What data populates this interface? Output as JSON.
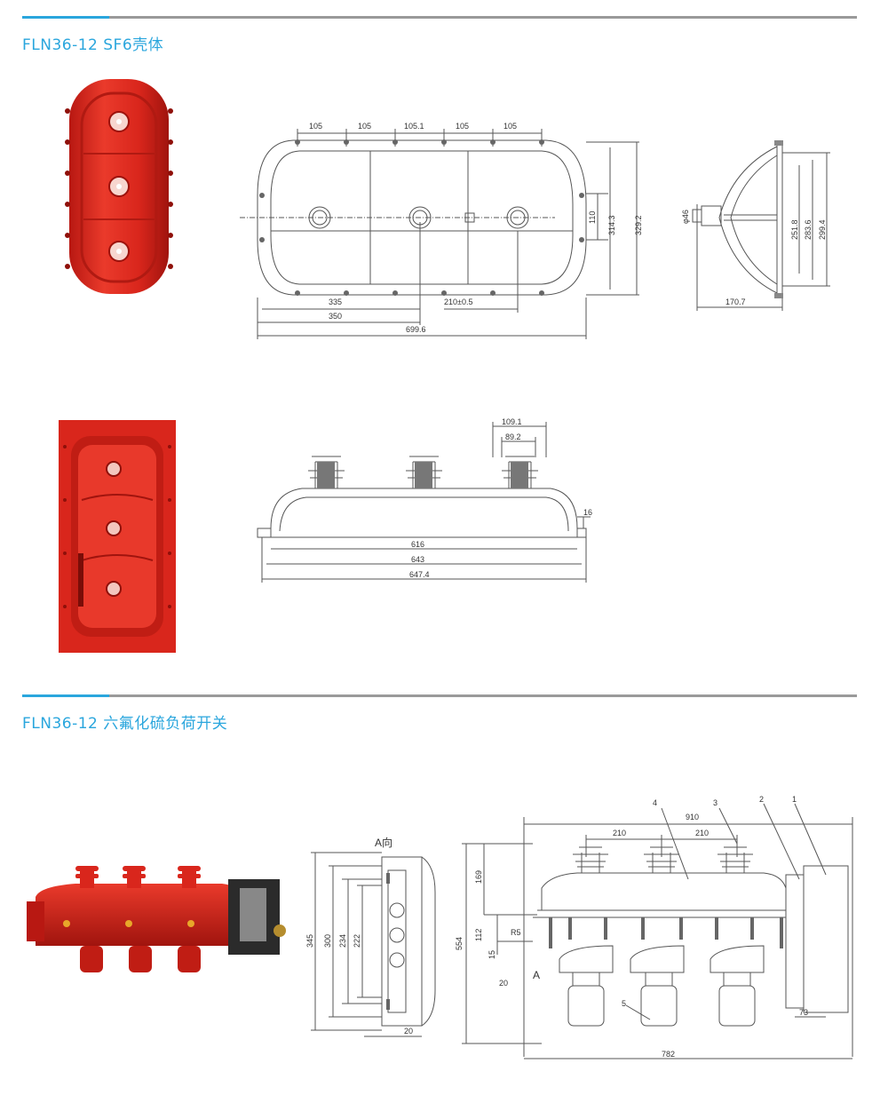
{
  "section1": {
    "title": "FLN36-12  SF6壳体",
    "drawing_top": {
      "dims_top": [
        "105",
        "105",
        "105.1",
        "105",
        "105"
      ],
      "dims_bottom": [
        "335",
        "210±0.5",
        "350",
        "699.6"
      ],
      "dims_right": [
        "110",
        "314.3",
        "329.2"
      ]
    },
    "drawing_side": {
      "dia": "φ46",
      "dims_right": [
        "251.8",
        "283.6",
        "299.4"
      ],
      "dim_bottom": "170.7"
    },
    "drawing_section": {
      "dims_top": [
        "109.1",
        "89.2"
      ],
      "dim_right": "16",
      "dims_bottom": [
        "616",
        "643",
        "647.4"
      ]
    }
  },
  "section2": {
    "title": "FLN36-12  六氟化硫负荷开关",
    "drawing_a": {
      "view_label": "A向",
      "dims_left": [
        "345",
        "300",
        "234",
        "222"
      ],
      "dim_bottom": "20"
    },
    "drawing_b": {
      "dims_top": [
        "910",
        "210",
        "210"
      ],
      "part_numbers": [
        "4",
        "3",
        "2",
        "1",
        "5"
      ],
      "dims_left": [
        "554",
        "169",
        "112",
        "15"
      ],
      "labels": [
        "R5",
        "A"
      ],
      "dim_20": "20",
      "dim_73": "73",
      "dim_bottom": "782"
    }
  },
  "colors": {
    "accent": "#2aa6dd",
    "rule": "#9a9a9a",
    "housing": "#d9261c"
  }
}
